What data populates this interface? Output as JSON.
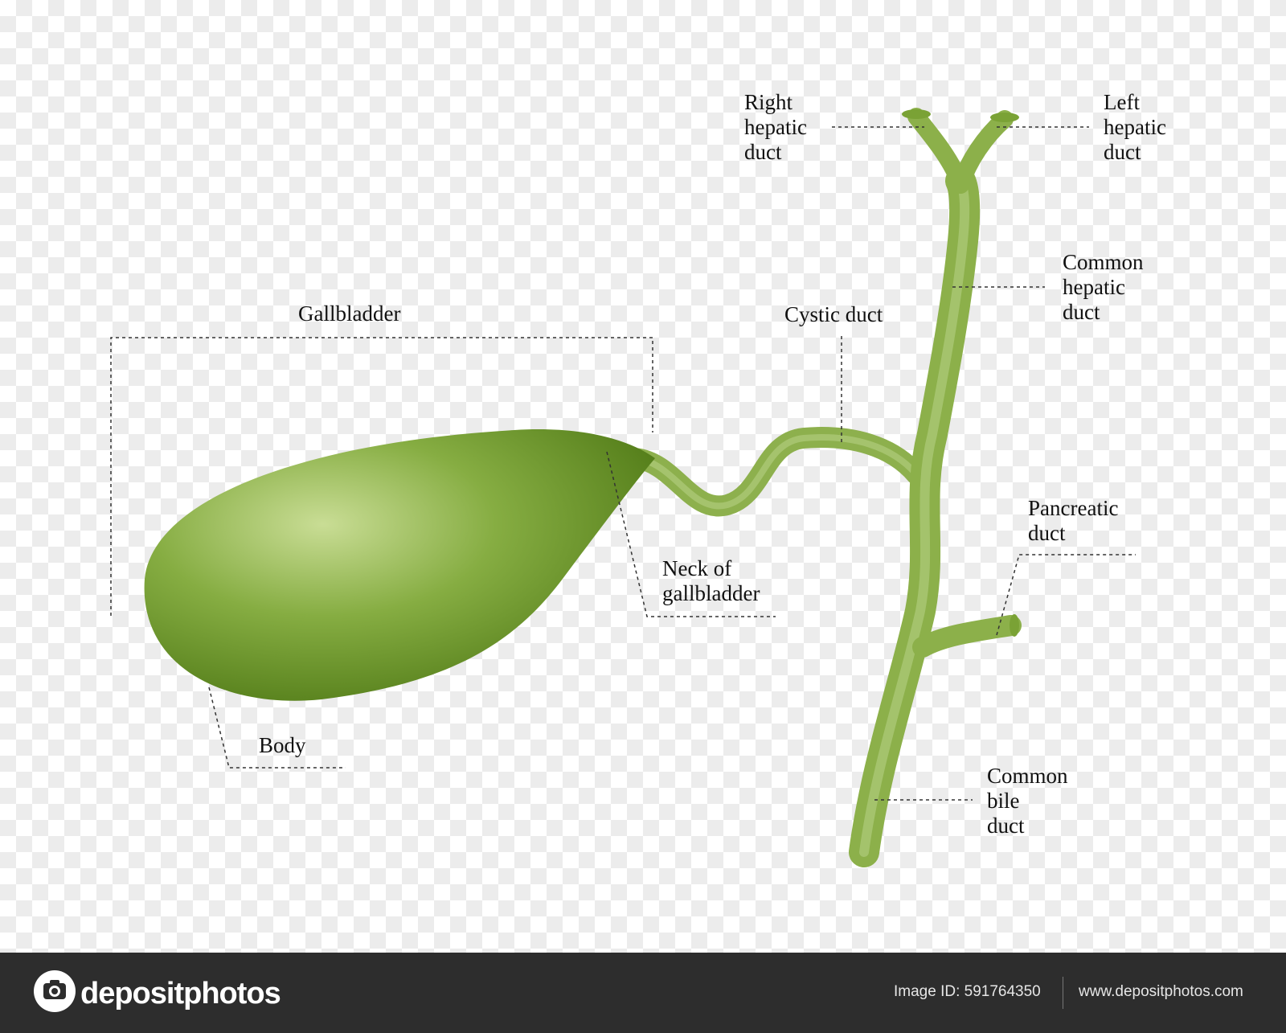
{
  "labels": {
    "right_hepatic_duct": [
      "Right",
      "hepatic",
      "duct"
    ],
    "left_hepatic_duct": [
      "Left",
      "hepatic",
      "duct"
    ],
    "common_hepatic_duct": [
      "Common",
      "hepatic",
      "duct"
    ],
    "gallbladder": "Gallbladder",
    "cystic_duct": "Cystic duct",
    "pancreatic_duct": [
      "Pancreatic",
      "duct"
    ],
    "neck_of_gallbladder": [
      "Neck of",
      "gallbladder"
    ],
    "body": "Body",
    "common_bile_duct": [
      "Common",
      "bile",
      "duct"
    ]
  },
  "colors": {
    "organ_light": "#b7d07a",
    "organ_mid": "#7ea83a",
    "organ_dark": "#4f7a14",
    "duct": "#8fb24e",
    "leader_line": "#333333",
    "footer_bg": "#2d2d2d"
  },
  "footer": {
    "logo_text": "depositphotos",
    "logo_icon": "camera-icon",
    "image_id": "Image ID: 591764350",
    "site_url": "www.depositphotos.com"
  }
}
